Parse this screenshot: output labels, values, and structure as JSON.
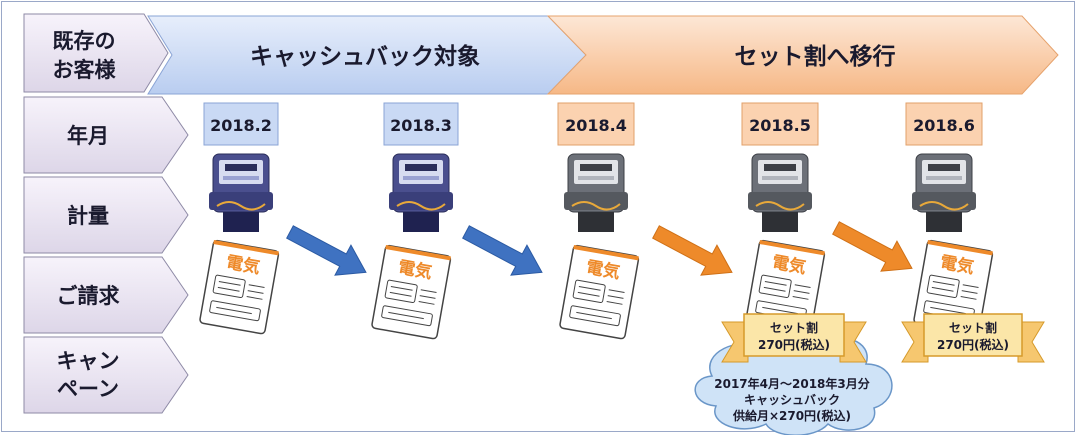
{
  "row_labels": [
    {
      "id": "customers",
      "lines": [
        "既存の",
        "お客様"
      ]
    },
    {
      "id": "month",
      "lines": [
        "年月"
      ]
    },
    {
      "id": "metering",
      "lines": [
        "計量"
      ]
    },
    {
      "id": "billing",
      "lines": [
        "ご請求"
      ]
    },
    {
      "id": "campaign",
      "lines": [
        "キャン",
        "ペーン"
      ]
    }
  ],
  "phases": {
    "cashback": {
      "label": "キャッシュバック対象",
      "color": "#c9d9f4"
    },
    "set_discount": {
      "label": "セット割へ移行",
      "color": "#f9c9a0"
    }
  },
  "months": [
    {
      "label": "2018.2",
      "phase": "cashback",
      "color": "#c9d9f4"
    },
    {
      "label": "2018.3",
      "phase": "cashback",
      "color": "#c9d9f4"
    },
    {
      "label": "2018.4",
      "phase": "set",
      "color": "#fbd2b0"
    },
    {
      "label": "2018.5",
      "phase": "set",
      "color": "#fbd2b0"
    },
    {
      "label": "2018.6",
      "phase": "set",
      "color": "#fbd2b0"
    }
  ],
  "bill_title": "電気",
  "arrow_colors": {
    "blue": "#3f72c1",
    "orange": "#ee8a2a"
  },
  "ribbons": [
    {
      "line1": "セット割",
      "line2": "270円(税込)"
    },
    {
      "line1": "セット割",
      "line2": "270円(税込)"
    }
  ],
  "cloud": {
    "lines": [
      "2017年4月～2018年3月分",
      "キャッシュバック",
      "供給月×270円(税込)"
    ],
    "color": "#cfe3f7"
  }
}
